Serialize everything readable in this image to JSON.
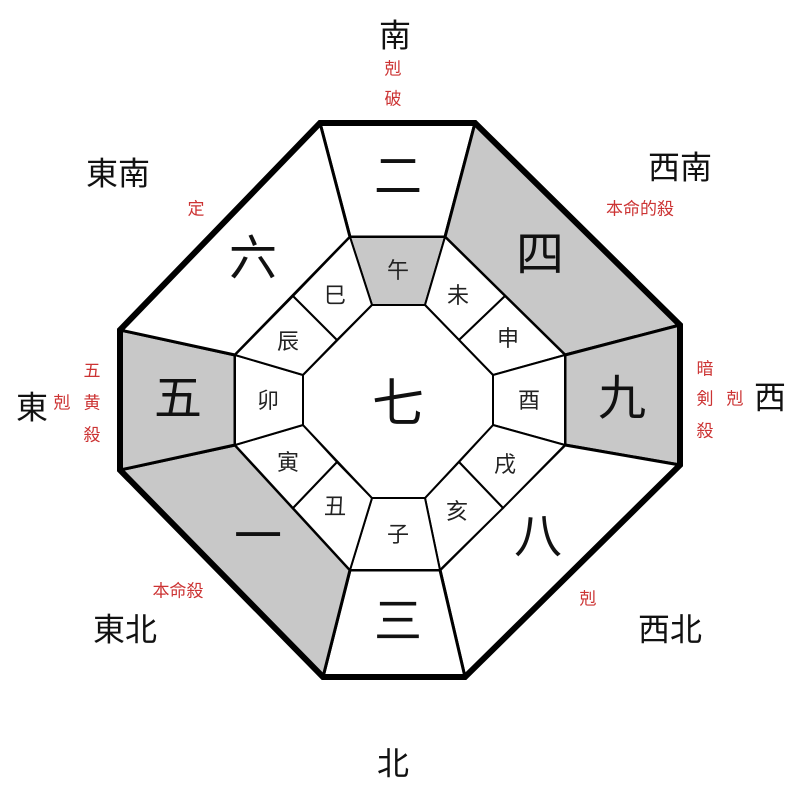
{
  "colors": {
    "stroke": "#000000",
    "shaded": "#c8c8c8",
    "note": "#cc3333",
    "background": "#ffffff"
  },
  "center_number": "七",
  "directions": {
    "south": "南",
    "southwest": "西南",
    "west": "西",
    "northwest": "西北",
    "north": "北",
    "northeast": "東北",
    "east": "東",
    "southeast": "東南"
  },
  "palaces": {
    "south": {
      "number": "二",
      "shaded": false
    },
    "southwest": {
      "number": "四",
      "shaded": true
    },
    "west": {
      "number": "九",
      "shaded": true
    },
    "northwest": {
      "number": "八",
      "shaded": false
    },
    "north": {
      "number": "三",
      "shaded": false
    },
    "northeast": {
      "number": "一",
      "shaded": true
    },
    "east": {
      "number": "五",
      "shaded": true
    },
    "southeast": {
      "number": "六",
      "shaded": false
    }
  },
  "branches": {
    "wu": {
      "label": "午",
      "shaded": true
    },
    "wei": {
      "label": "未",
      "shaded": false
    },
    "shen": {
      "label": "申",
      "shaded": false
    },
    "you": {
      "label": "酉",
      "shaded": false
    },
    "xu": {
      "label": "戌",
      "shaded": false
    },
    "hai": {
      "label": "亥",
      "shaded": false
    },
    "zi": {
      "label": "子",
      "shaded": false
    },
    "chou": {
      "label": "丑",
      "shaded": false
    },
    "yin": {
      "label": "寅",
      "shaded": false
    },
    "mao": {
      "label": "卯",
      "shaded": false
    },
    "chen": {
      "label": "辰",
      "shaded": false
    },
    "si": {
      "label": "巳",
      "shaded": false
    }
  },
  "notes": {
    "south": [
      "剋",
      "破"
    ],
    "southwest": "本命的殺",
    "west_a": [
      "暗",
      "剣",
      "殺"
    ],
    "west_b": "剋",
    "northwest": "剋",
    "northeast": "本命殺",
    "east_a": [
      "五",
      "黄",
      "殺"
    ],
    "east_b": "剋",
    "southeast": "定"
  }
}
